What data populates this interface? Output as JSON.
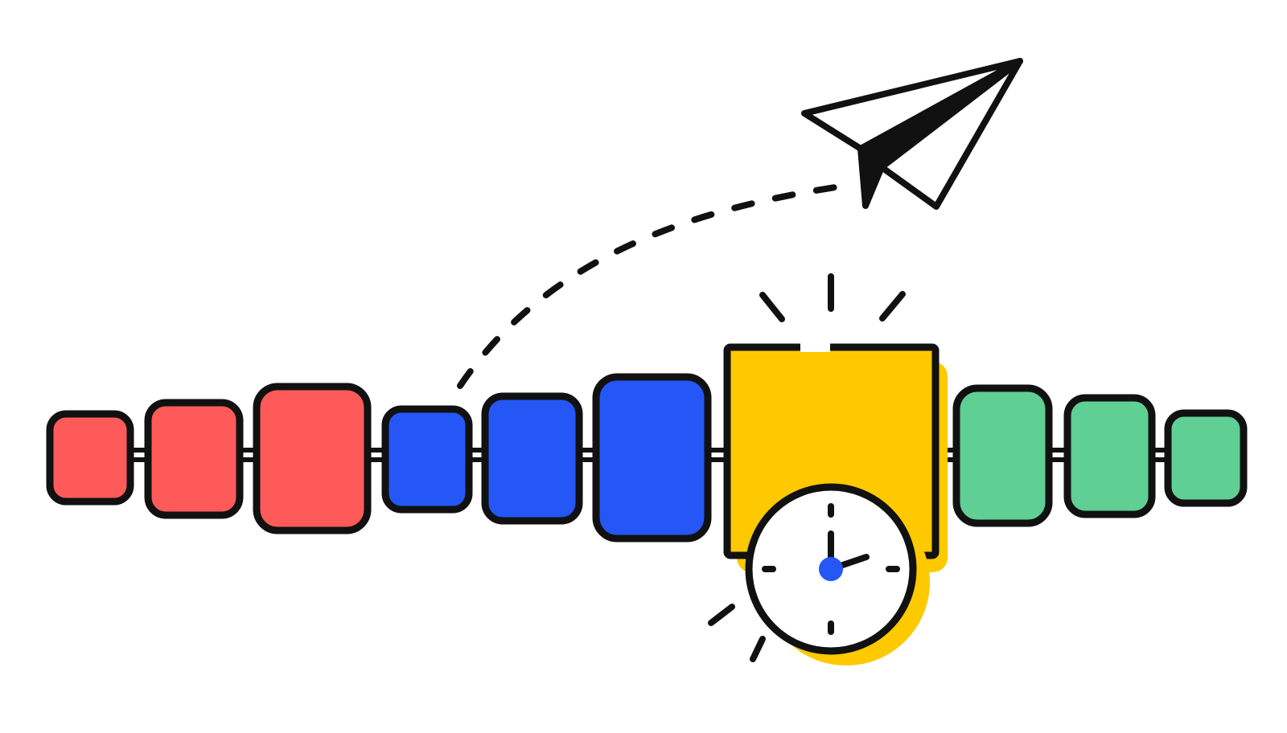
{
  "diagram": {
    "background": "#ffffff",
    "stroke_color": "#111111",
    "colors": {
      "red": "#ff5a5a",
      "blue": "#2457f5",
      "yellow": "#ffc900",
      "green": "#5fcf93",
      "clock_face": "#ffffff",
      "clock_hub": "#2457f5"
    },
    "chain": [
      {
        "name": "block-red-1",
        "color": "red"
      },
      {
        "name": "block-red-2",
        "color": "red"
      },
      {
        "name": "block-red-3",
        "color": "red"
      },
      {
        "name": "block-blue-1",
        "color": "blue"
      },
      {
        "name": "block-blue-2",
        "color": "blue"
      },
      {
        "name": "block-blue-3",
        "color": "blue"
      },
      {
        "name": "block-yellow-highlight",
        "color": "yellow"
      },
      {
        "name": "block-green-1",
        "color": "green"
      },
      {
        "name": "block-green-2",
        "color": "green"
      },
      {
        "name": "block-green-3",
        "color": "green"
      }
    ],
    "icons": {
      "plane": "paper-plane-icon",
      "clock": "clock-icon",
      "path": "dashed-flight-path"
    }
  }
}
